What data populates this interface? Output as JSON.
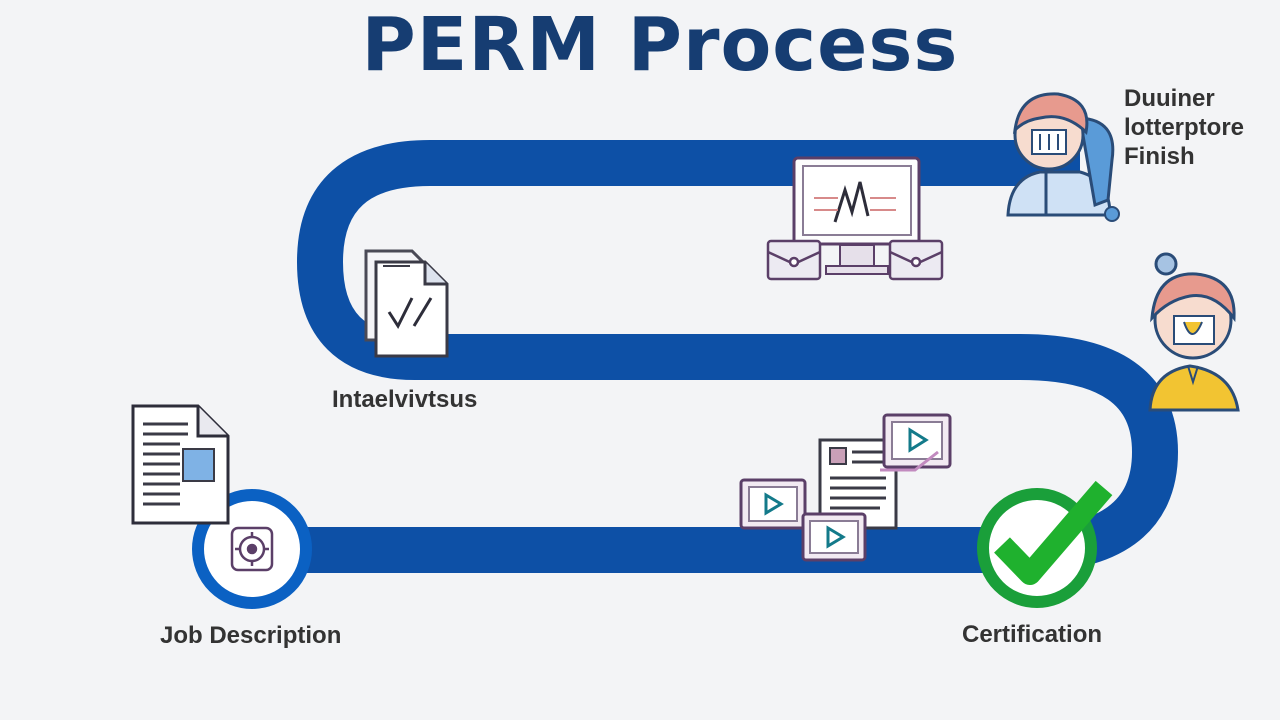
{
  "title": "PERM Process",
  "labels": {
    "job_description": "Job Description",
    "certification": "Certification",
    "interviews": "Intaelvivtsus",
    "finish_lines": [
      "Duuiner",
      "lotterptore",
      "Finish"
    ]
  },
  "colors": {
    "path": "#0d50a6",
    "start_ring": "#0b61c3",
    "check_ring": "#1a9f3a",
    "check_mark": "#1fb12e",
    "title": "#163d72",
    "icon_outline": "#5b3f68",
    "doc_blue": "#7fb2e5"
  },
  "icons": [
    "document-icon",
    "gear-icon",
    "checklist-document-icon",
    "monitor-chart-icon",
    "briefcase-icon",
    "video-play-icon",
    "person-icon",
    "checkmark-icon"
  ]
}
